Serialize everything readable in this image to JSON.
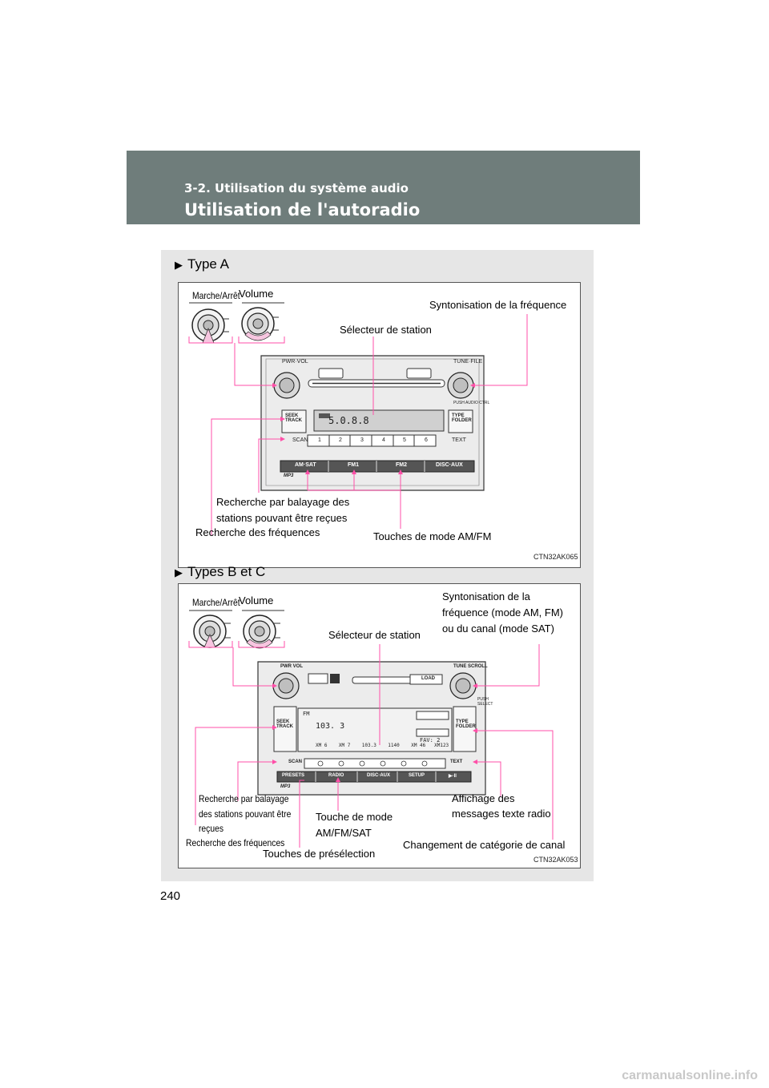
{
  "header": {
    "section": "3-2. Utilisation du système audio",
    "title": "Utilisation de l'autoradio",
    "band_color": "#6f7d7b"
  },
  "type_a": {
    "heading": "Type A",
    "labels": {
      "power": "Marche/Arrêt",
      "volume": "Volume",
      "tuning": "Syntonisation de la fréquence",
      "station_selector": "Sélecteur de station",
      "scan_line1": "Recherche par balayage des",
      "scan_line2": "stations pouvant être reçues",
      "seek": "Recherche des fréquences",
      "mode_keys": "Touches de mode AM/FM"
    },
    "unit": {
      "knob_left": "PWR·VOL",
      "knob_right": "TUNE·FILE",
      "push": "PUSH AUDIO CTRL",
      "seek": "SEEK TRACK",
      "type": "TYPE FOLDER",
      "scan": "SCAN",
      "text": "TEXT",
      "presets": [
        "1",
        "2",
        "3",
        "4",
        "5",
        "6"
      ],
      "modes": [
        "AM·SAT",
        "FM1",
        "FM2",
        "DISC·AUX"
      ],
      "mp3": "MP3",
      "display": "5.0.8.8"
    },
    "code": "CTN32AK065"
  },
  "type_bc": {
    "heading": "Types B et C",
    "labels": {
      "power": "Marche/Arrêt",
      "volume": "Volume",
      "tuning_line1": "Syntonisation de la",
      "tuning_line2": "fréquence (mode AM, FM)",
      "tuning_line3": "ou du canal (mode SAT)",
      "station_selector": "Sélecteur de station",
      "scan_line1": "Recherche par balayage",
      "scan_line2": "des stations pouvant être",
      "scan_line3": "reçues",
      "seek": "Recherche des fréquences",
      "mode_line1": "Touche de mode",
      "mode_line2": "AM/FM/SAT",
      "text_line1": "Affichage des",
      "text_line2": "messages texte radio",
      "presets": "Touches de présélection",
      "category": "Changement de catégorie de canal"
    },
    "unit": {
      "knob_left": "PWR VOL",
      "knob_right": "TUNE SCROLL",
      "load": "LOAD",
      "push": "PUSH SELECT",
      "seek": "SEEK TRACK",
      "type": "TYPE FOLDER",
      "scan": "SCAN",
      "text": "TEXT",
      "display_band": "FM",
      "display_freq": "103. 3",
      "display_fav": "FAV: 2",
      "display_row": "XM 6    XM 7    103.3    1140    XM 46   XM123",
      "modes": [
        "PRESETS",
        "RADIO",
        "DISC·AUX",
        "SETUP",
        "▶·II"
      ],
      "mp3": "MP3"
    },
    "code": "CTN32AK053"
  },
  "page_number": "240",
  "footer": "carmanualsonline.info",
  "colors": {
    "leader": "#ff4fa8",
    "panel": "#e6e6e6"
  }
}
